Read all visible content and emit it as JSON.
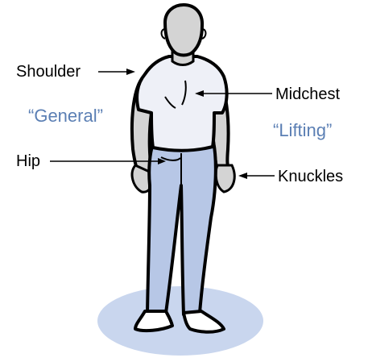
{
  "labels": {
    "shoulder": "Shoulder",
    "midchest": "Midchest",
    "hip": "Hip",
    "knuckles": "Knuckles"
  },
  "zones": {
    "general": "“General”",
    "lifting": "“Lifting”"
  },
  "colors": {
    "zone_text": "#5b7fb4",
    "pants": "#b7c7e6",
    "shirt": "#eef0f7",
    "skin": "#d4d4d4",
    "floor_shadow": "#c9d6ee",
    "outline": "#000000"
  }
}
